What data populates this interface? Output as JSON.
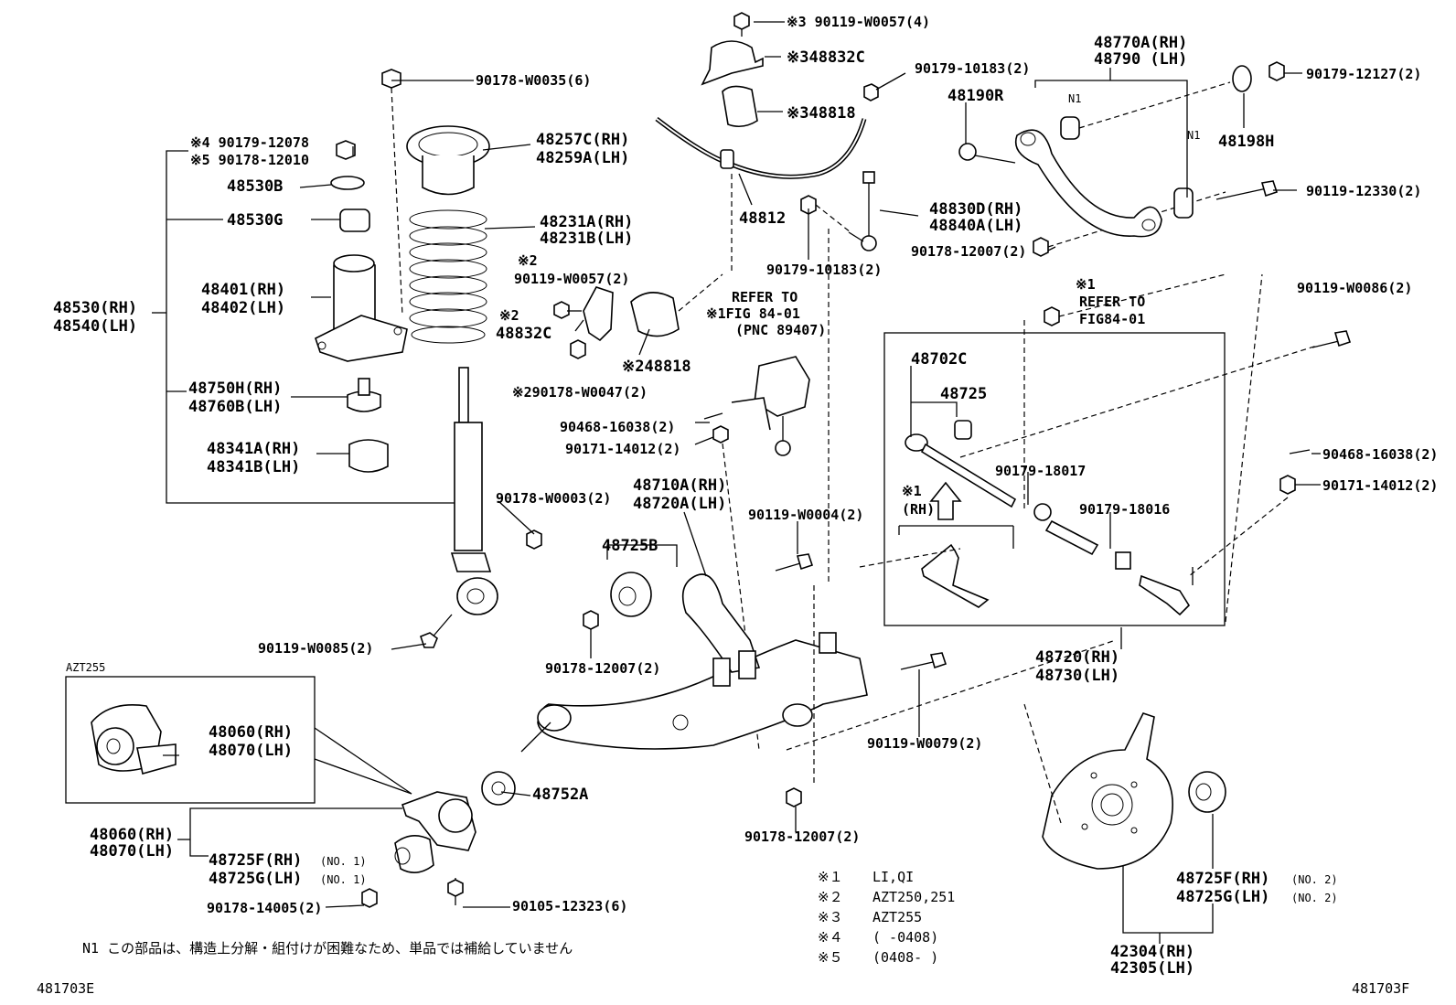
{
  "labels": {
    "b_w0057_4": "※3 90119-W0057(4)",
    "c48832c_3": "※348832C",
    "n10183_top": "90179-10183(2)",
    "c48818_3": "※348818",
    "w0035": "90178-W0035(6)",
    "k12078": "※4 90179-12078",
    "k12010": "※5 90178-12010",
    "p48530b": "48530B",
    "p48530g": "48530G",
    "p48257c": "48257C(RH)",
    "p48259a": "48259A(LH)",
    "p48231a": "48231A(RH)",
    "p48231b": "48231B(LH)",
    "p48401": "48401(RH)",
    "p48402": "48402(LH)",
    "p48530": "48530(RH)",
    "p48540": "48540(LH)",
    "p48750h": "48750H(RH)",
    "p48760b": "48760B(LH)",
    "p48341a": "48341A(RH)",
    "p48341b": "48341B(LH)",
    "w0003": "90178-W0003(2)",
    "k2a": "※2",
    "w0057_2": "90119-W0057(2)",
    "k2b": "※2",
    "p48832c": "48832C",
    "p48818_2": "※248818",
    "w0047": "※290178-W0047(2)",
    "p48812": "48812",
    "p48190r": "48190R",
    "p48770a": "48770A(RH)",
    "p48790": "48790  (LH)",
    "n1a": "N1",
    "n1b": "N1",
    "n12127": "90179-12127(2)",
    "p48198h": "48198H",
    "n12330": "90119-12330(2)",
    "p48830d": "48830D(RH)",
    "p48840a": "48840A(LH)",
    "n12007_a": "90178-12007(2)",
    "n10183_b": "90179-10183(2)",
    "refer1_a": "REFER TO",
    "refer1_b": "※1FIG 84-01",
    "refer1_c": "(PNC 89407)",
    "k1_top": "※1",
    "refer2_a": "REFER TO",
    "refer2_b": "FIG84-01",
    "w0086": "90119-W0086(2)",
    "n16038_a": "90468-16038(2)",
    "n14012_a": "90171-14012(2)",
    "p48702c": "48702C",
    "p48725": "48725",
    "n18017": "90179-18017",
    "n18016": "90179-18016",
    "k1_rh": "※1",
    "rh": "(RH)",
    "n16038_b": "90468-16038(2)",
    "n14012_b": "90171-14012(2)",
    "p48710a": "48710A(RH)",
    "p48720a": "48720A(LH)",
    "p48725b": "48725B",
    "w0004": "90119-W0004(2)",
    "w0085": "90119-W0085(2)",
    "n12007_b": "90178-12007(2)",
    "p48720": "48720(RH)",
    "p48730": "48730(LH)",
    "azt255": "AZT255",
    "p48060_box": "48060(RH)",
    "p48070_box": "48070(LH)",
    "w0079": "90119-W0079(2)",
    "p48752a": "48752A",
    "n12007_c": "90178-12007(2)",
    "p48060": "48060(RH)",
    "p48070": "48070(LH)",
    "p48725f_1": "48725F(RH)",
    "p48725g_1": "48725G(LH)",
    "no1a": "(NO. 1)",
    "no1b": "(NO. 1)",
    "n14005": "90178-14005(2)",
    "n12323": "90105-12323(6)",
    "p48725f_2": "48725F(RH)",
    "p48725g_2": "48725G(LH)",
    "no2a": "(NO. 2)",
    "no2b": "(NO. 2)",
    "p42304": "42304(RH)",
    "p42305": "42305(LH)"
  },
  "legend": [
    {
      "mark": "※１",
      "text": "LI,QI"
    },
    {
      "mark": "※２",
      "text": "AZT250,251"
    },
    {
      "mark": "※３",
      "text": "AZT255"
    },
    {
      "mark": "※４",
      "text": "(     -0408)"
    },
    {
      "mark": "※５",
      "text": "(0408-     )"
    }
  ],
  "footnote": "N1  この部品は、構造上分解・組付けが困難なため、単品では補給していません",
  "code_left": "481703E",
  "code_right": "481703F"
}
